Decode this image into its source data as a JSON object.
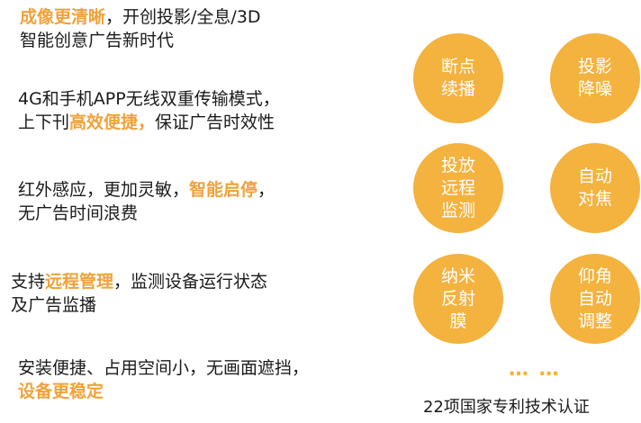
{
  "features": [
    {
      "line1_hl": "成像更清晰",
      "line1_rest": "，开创投影/全息/3D",
      "line2": "智能创意广告新时代"
    },
    {
      "line1": "4G和手机APP无线双重传输模式，",
      "line2_pre": "上下刊",
      "line2_hl": "高效便捷，",
      "line2_post": "保证广告时效性"
    },
    {
      "line1_pre": "红外感应，更加灵敏，",
      "line1_hl": "智能启停",
      "line1_post": "，",
      "line2": "无广告时间浪费"
    },
    {
      "line1_pre": "支持",
      "line1_hl": "远程管理",
      "line1_post": "，监测设备运行状态",
      "line2": "及广告监播"
    },
    {
      "line1": "安装便捷、占用空间小，无画面遮挡，",
      "line2_hl": "设备更稳定"
    }
  ],
  "badges": [
    {
      "label": "断点\n续播"
    },
    {
      "label": "投影\n降噪"
    },
    {
      "label": "投放\n远程\n监测"
    },
    {
      "label": "自动\n对焦"
    },
    {
      "label": "纳米\n反射\n膜"
    },
    {
      "label": "仰角\n自动\n调整"
    }
  ],
  "more": "… …",
  "patent_text": "22项国家专利技术认证",
  "colors": {
    "accent": "#f4b23e",
    "highlight_text": "#f0a23a",
    "text": "#1a1a1a"
  }
}
